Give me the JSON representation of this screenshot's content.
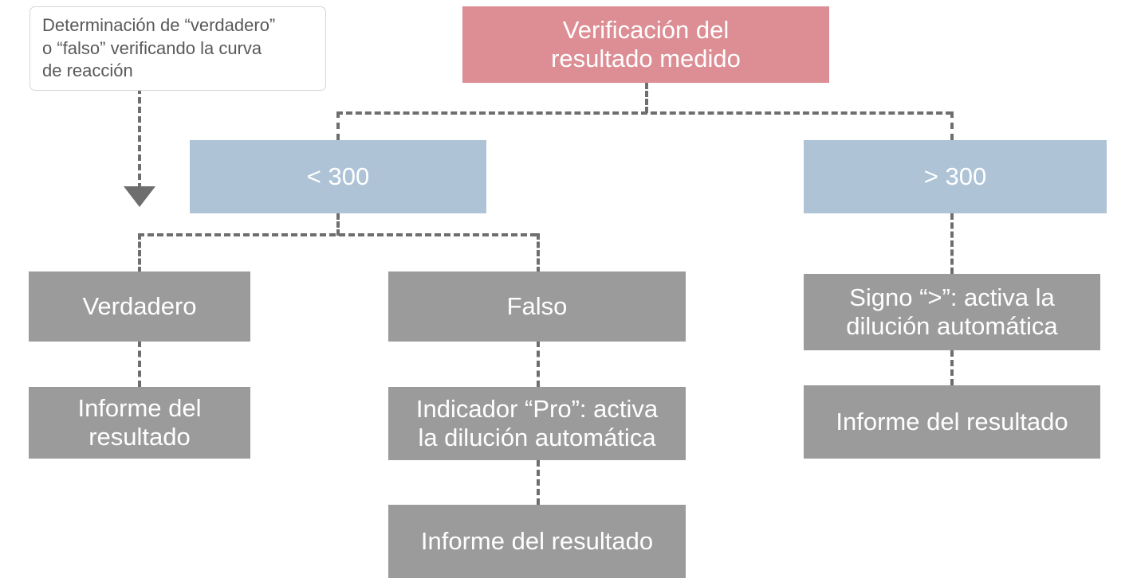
{
  "diagram": {
    "title": "Verificación del resultado medido",
    "language": "es",
    "type": "decision-flowchart",
    "colors": {
      "root_box": "#dc8e94",
      "decision_box": "#aec3d6",
      "result_box": "#9b9b9b",
      "connector": "#6e6e6e",
      "callout_border": "#d6d6d6",
      "callout_text": "#595959",
      "node_text": "#ffffff",
      "background": "#ffffff"
    },
    "callout": {
      "line1": "Determinación de “verdadero”",
      "line2": "o “falso” verificando la curva",
      "line3": "de reacción"
    },
    "root": {
      "line1": "Verificación del",
      "line2": "resultado medido"
    },
    "branches": [
      {
        "label": "< 300",
        "children": [
          {
            "label": "Verdadero",
            "next": {
              "line1": "Informe del",
              "line2": "resultado"
            }
          },
          {
            "label": "Falso",
            "next": {
              "line1": "Indicador “Pro”: activa",
              "line2": "la dilución automática"
            },
            "next2": {
              "line1": "Informe del resultado"
            }
          }
        ]
      },
      {
        "label": "> 300",
        "children": [
          {
            "label_line1": "Signo “>”: activa la",
            "label_line2": "dilución automática",
            "next": {
              "line1": "Informe del resultado"
            }
          }
        ]
      }
    ]
  }
}
